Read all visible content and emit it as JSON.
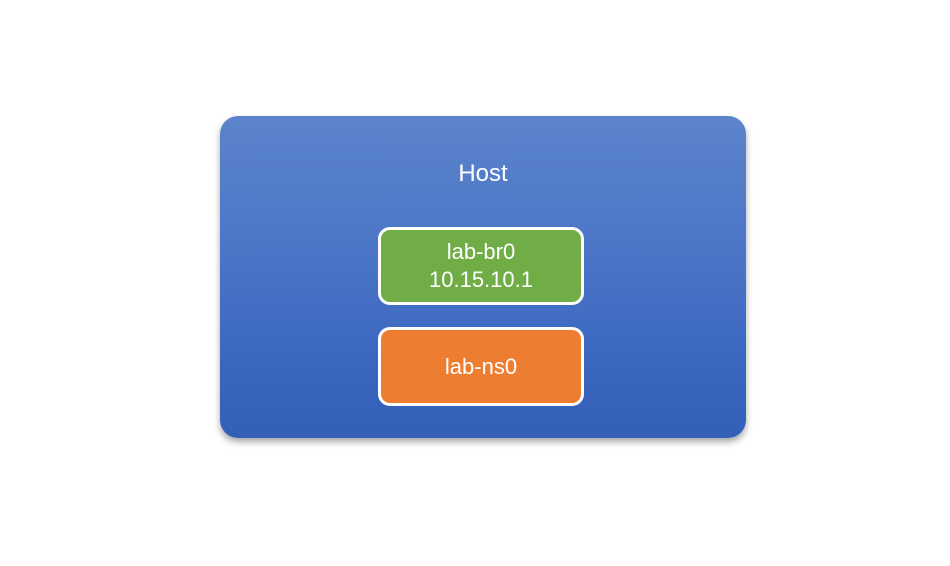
{
  "diagram": {
    "host": {
      "label": "Host",
      "color": "#4472c4"
    },
    "bridge": {
      "name": "lab-br0",
      "ip": "10.15.10.1",
      "color": "#70ad47"
    },
    "namespace": {
      "name": "lab-ns0",
      "color": "#ed7d31"
    }
  }
}
